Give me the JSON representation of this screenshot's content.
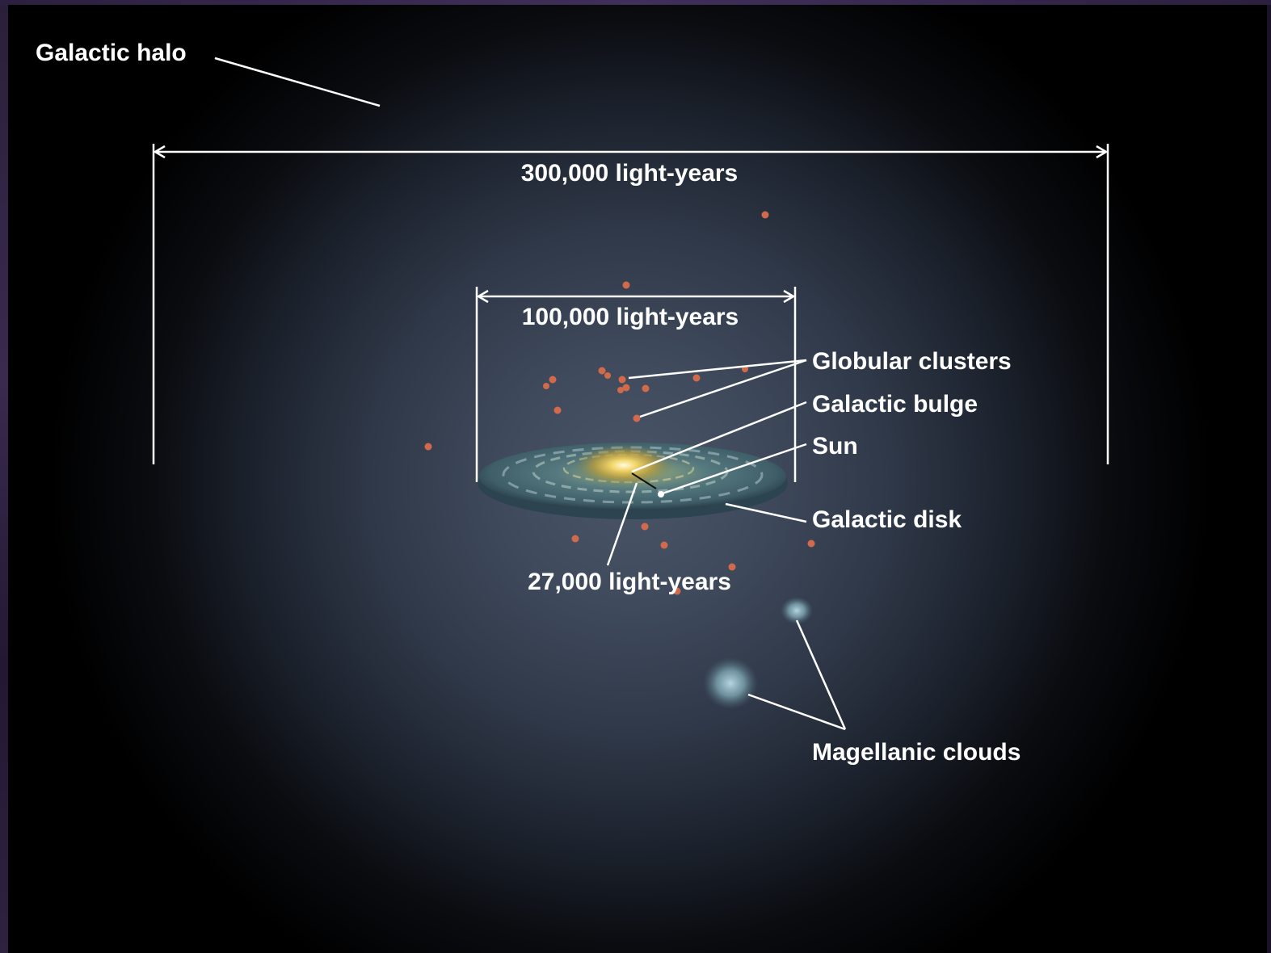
{
  "labels": {
    "halo": "Galactic halo",
    "width_halo": "300,000 light-years",
    "width_disk": "100,000 light-years",
    "globular_clusters": "Globular clusters",
    "bulge": "Galactic bulge",
    "sun": "Sun",
    "disk": "Galactic disk",
    "sun_distance": "27,000 light-years",
    "magellanic": "Magellanic clouds"
  },
  "colors": {
    "label": "#ffffff",
    "cluster": "#d06a4a",
    "bulge_core": "#ffe9a0",
    "disk": "#5a7d88",
    "magellanic": "#8fb6c4"
  }
}
